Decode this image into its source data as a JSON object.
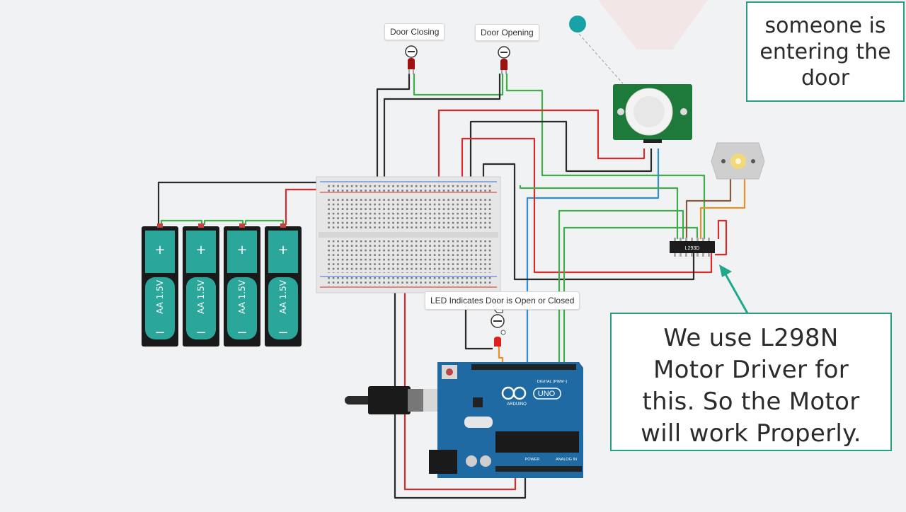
{
  "labels": {
    "door_closing": "Door Closing",
    "door_opening": "Door Opening",
    "led_indicator": "LED Indicates Door is Open or Closed"
  },
  "callouts": {
    "top_lines": [
      "someone is",
      "entering the",
      "door"
    ],
    "bottom_lines": [
      "We use L298N",
      "Motor Driver for",
      "this. So the Motor",
      "will work Properly."
    ]
  },
  "components": {
    "battery_plus": "+",
    "battery_minus": "−",
    "battery_label": "AA 1.5V",
    "driver_chip_label": "L293D",
    "arduino_brand": "ARDUINO",
    "arduino_model": "UNO",
    "arduino_digital": "DIGITAL (PWM~)",
    "arduino_power": "POWER",
    "arduino_analog": "ANALOG IN"
  },
  "colors": {
    "callout_border": "#2a9d84",
    "arrow": "#1fa88a",
    "wire_red": "#d62b2b",
    "wire_green": "#3fae4a",
    "wire_black": "#2a2a2a",
    "wire_blue": "#2f8fd6",
    "wire_orange": "#e8912b",
    "wire_brown": "#8a5a3a",
    "battery_body": "#2aa69b",
    "arduino_board": "#1f6aa3",
    "pir_board": "#1e7a3a"
  }
}
